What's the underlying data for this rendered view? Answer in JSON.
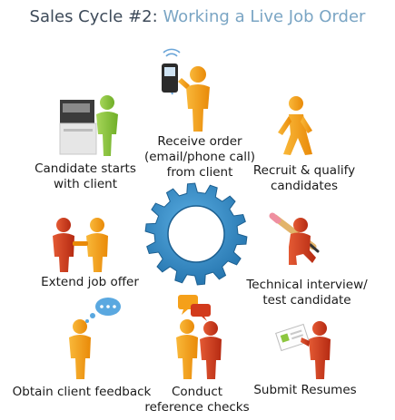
{
  "title": {
    "part1": "Sales Cycle #2:",
    "part2": "Working a Live Job Order"
  },
  "colors": {
    "gear": "#2f86c4",
    "person_orange": "#f5a01a",
    "person_green": "#8cc63f",
    "person_red": "#d23a1c",
    "title_dark": "#3d4a59",
    "title_light": "#7aa5c4"
  },
  "steps": {
    "receive_order": {
      "line1": "Receive order",
      "line2": "(email/phone call)",
      "line3": "from client",
      "icon": "person-with-phone"
    },
    "recruit": {
      "line1": "Recruit & qualify",
      "line2": "candidates",
      "icon": "walking-person"
    },
    "interview": {
      "line1": "Technical interview/",
      "line2": "test candidate",
      "icon": "kneeling-person-with-pencil"
    },
    "submit": {
      "line1": "Submit Resumes",
      "icon": "person-with-document"
    },
    "references": {
      "line1": "Conduct",
      "line2": "reference checks",
      "icon": "two-people-talking"
    },
    "feedback": {
      "line1": "Obtain client feedback",
      "icon": "person-with-thought-bubble"
    },
    "offer": {
      "line1": "Extend job offer",
      "icon": "handshake"
    },
    "start": {
      "line1": "Candidate starts",
      "line2": "with client",
      "icon": "person-at-copier"
    }
  }
}
